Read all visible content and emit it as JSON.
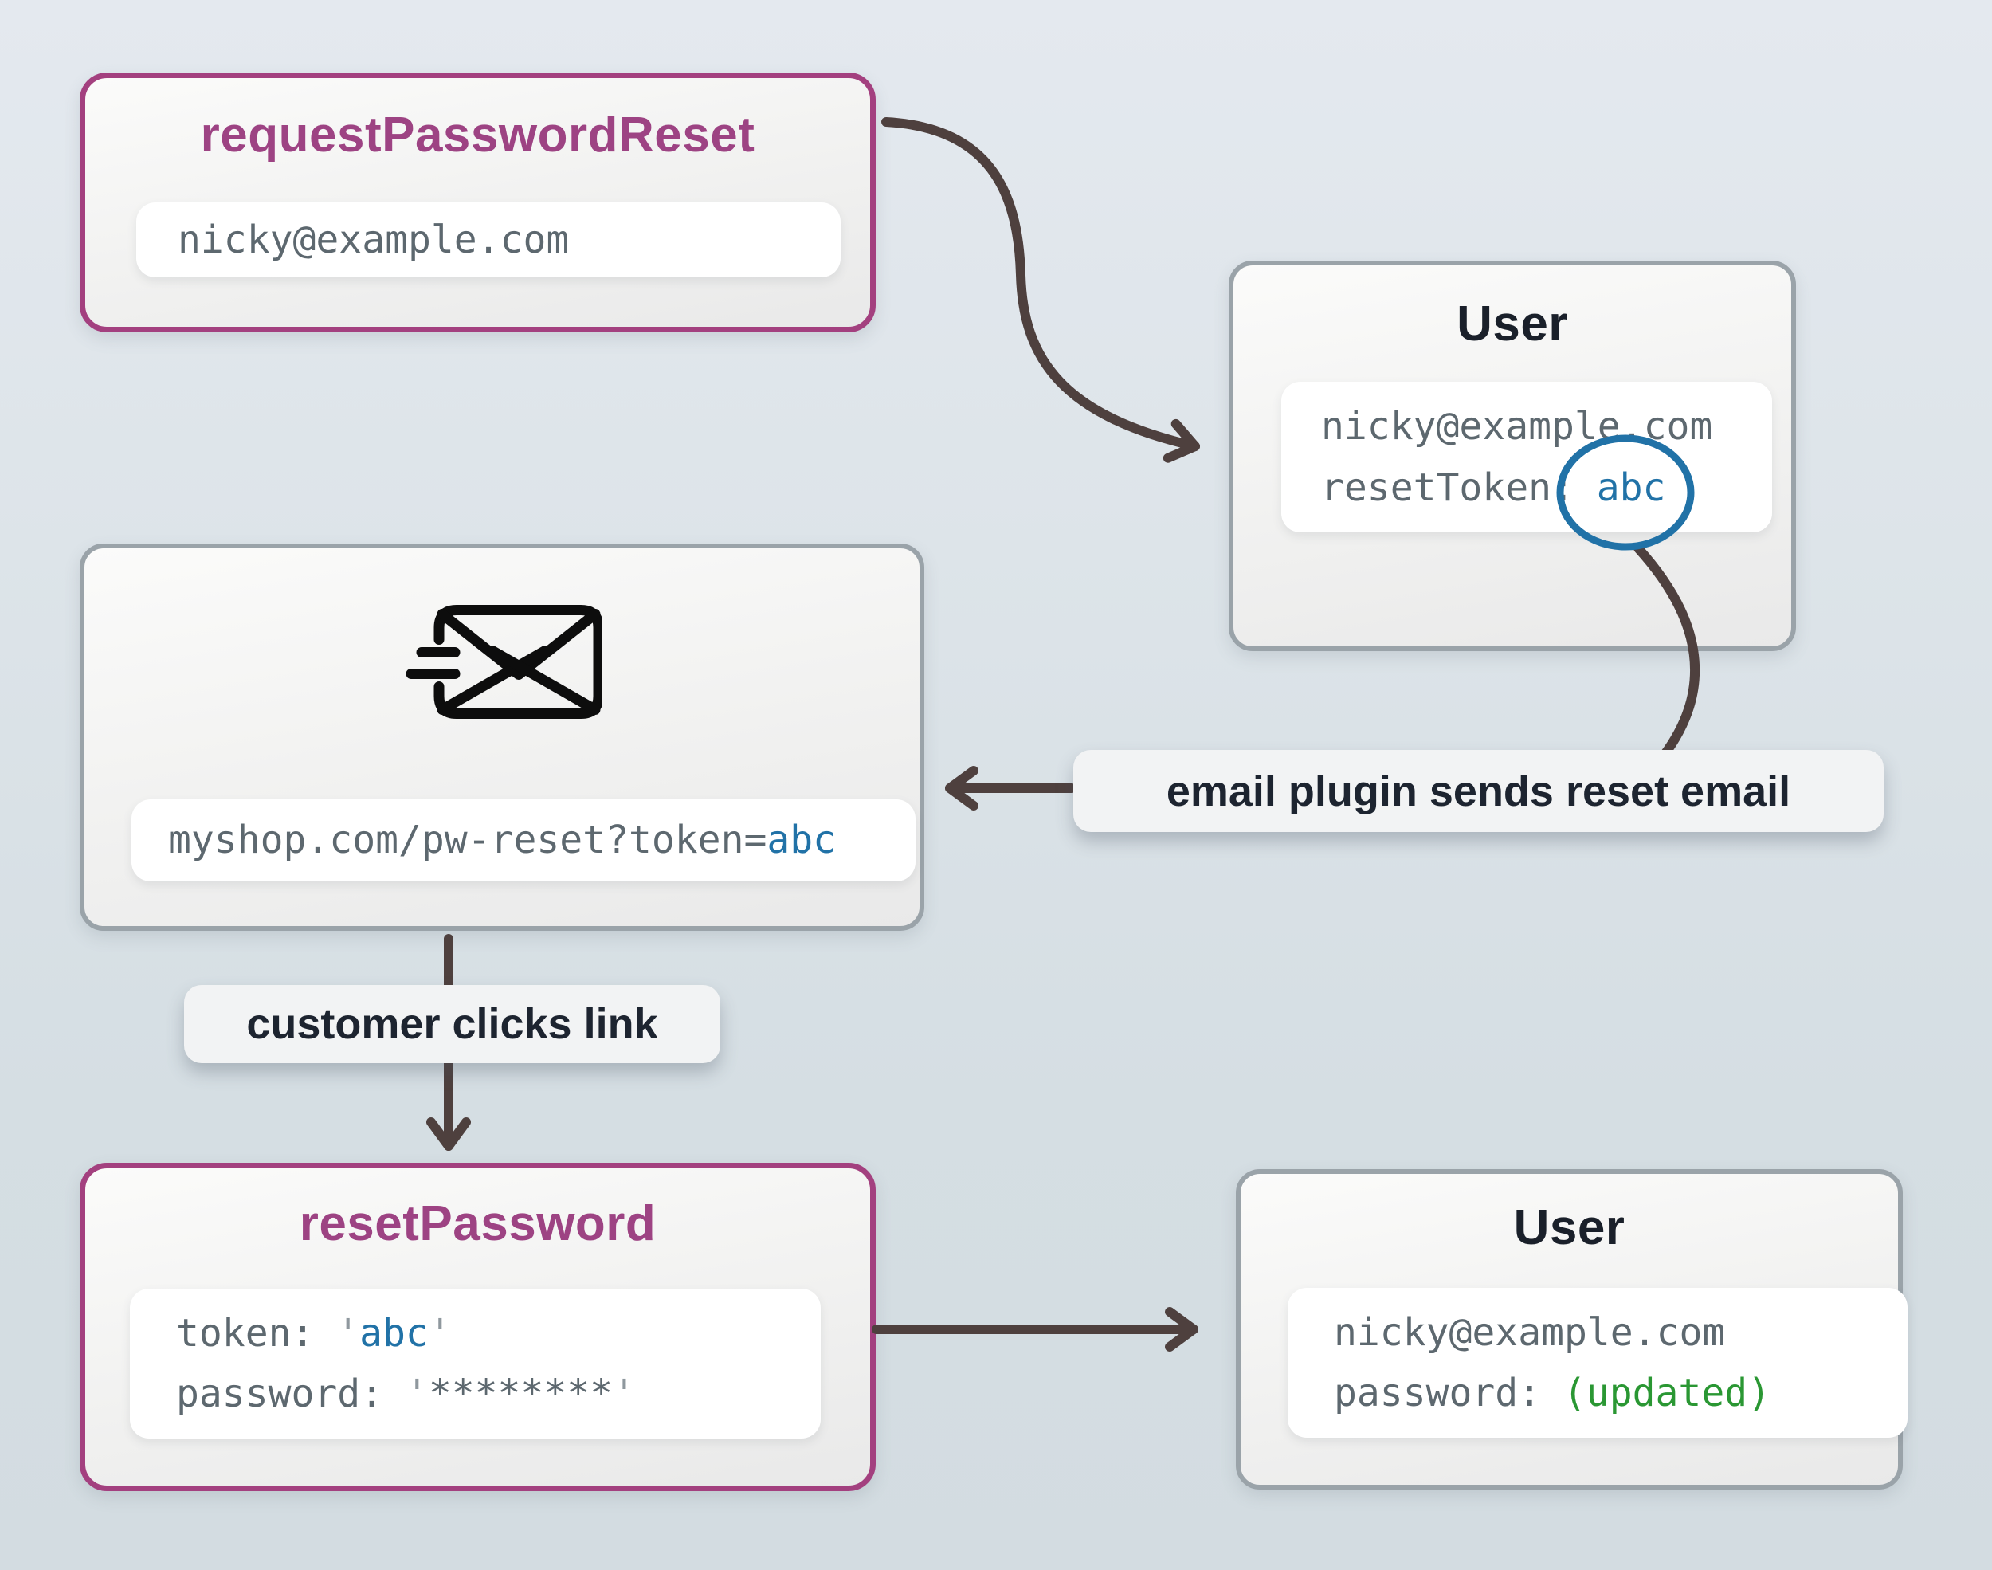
{
  "palette": {
    "background_top": "#e4e9ef",
    "background_bottom": "#d3dce1",
    "node_background": "#f4f4f3",
    "accent_purple": "#a3407f",
    "title_purple": "#9d4383",
    "border_gray": "#9aa3a9",
    "title_dark": "#1a202a",
    "code_gray": "#5d686f",
    "quote_gray": "#8f989e",
    "token_blue": "#2172a7",
    "updated_green": "#2a9733",
    "arrow_brown": "#4e403e",
    "label_pill_background": "#f2f3f4"
  },
  "nodes": {
    "request": {
      "title": "requestPasswordReset",
      "email_value": "nicky@example.com"
    },
    "user_top": {
      "title": "User",
      "email": "nicky@example.com",
      "token_label": "resetToken:",
      "token_value": "abc"
    },
    "email_message": {
      "icon": "send-email-icon",
      "url_prefix": "myshop.com/pw-reset?token=",
      "url_token": "abc"
    },
    "reset": {
      "title": "resetPassword",
      "token_label": "token:",
      "quote": "'",
      "token_value": "abc",
      "password_label": "password:",
      "password_masked": "********"
    },
    "user_bottom": {
      "title": "User",
      "email": "nicky@example.com",
      "password_label": "password:",
      "password_value": "(updated)"
    }
  },
  "labels": {
    "email_plugin": "email plugin sends reset email",
    "customer_clicks": "customer clicks link"
  }
}
